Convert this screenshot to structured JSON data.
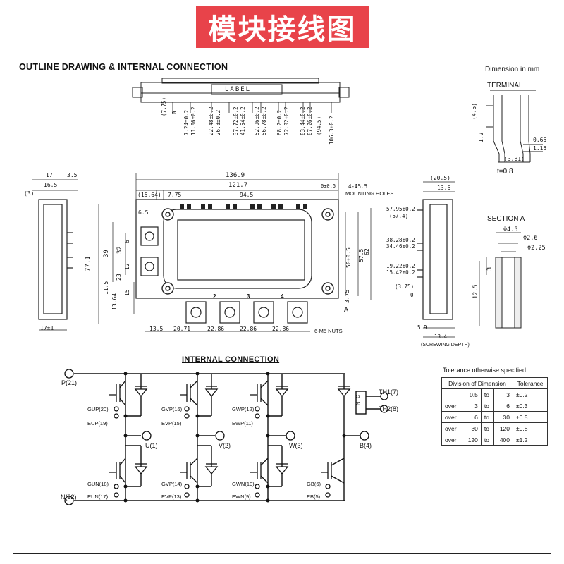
{
  "banner": {
    "text": "模块接线图",
    "bg": "#e8434a"
  },
  "headings": {
    "outline": "OUTLINE DRAWING & INTERNAL CONNECTION",
    "unit_note": "Dimension in mm",
    "terminal": "TERMINAL",
    "section_a": "SECTION A",
    "internal": "INTERNAL CONNECTION"
  },
  "top_view": {
    "label_text": "LABEL",
    "dims": [
      "(7.75)",
      "0",
      "7.24±0.2",
      "11.06±0.2",
      "22.48±0.2",
      "26.3±0.2",
      "37.72±0.2",
      "41.54±0.2",
      "52.96±0.2",
      "56.78±0.2",
      "68.2±0.2",
      "72.02±0.2",
      "83.44±0.2",
      "87.26±0.2",
      "(94.5)",
      "106.3±0.2"
    ]
  },
  "terminal_view": {
    "dims": [
      "(4.5)",
      "1.2",
      "0.65",
      "1.15",
      "(3.81)"
    ],
    "t_value": "t=0.8"
  },
  "main_view": {
    "top_dims": [
      "136.9",
      "121.7",
      "(15.64)",
      "7.75",
      "94.5",
      "0±0.5",
      "4-Φ5.5",
      "MOUNTING HOLES",
      "6.5"
    ],
    "left_dims": [
      "77.1",
      "39",
      "32",
      "6",
      "23",
      "12",
      "11.5",
      "13.64",
      "15"
    ],
    "right_dims": [
      "50±0.5",
      "57.5",
      "62",
      "3.75"
    ],
    "bottom_dims": [
      "13.5",
      "20.71",
      "22.86",
      "22.86",
      "22.86",
      "6-M5 NUTS",
      "A"
    ],
    "terminal_numbers": [
      "2",
      "3",
      "4"
    ]
  },
  "left_side_view": {
    "dims": [
      "17",
      "3.5",
      "16.5",
      "(3)",
      "17±1"
    ]
  },
  "right_side_view": {
    "dims": [
      "(20.5)",
      "13.6",
      "57.95±0.2",
      "(57.4)",
      "38.28±0.2",
      "34.46±0.2",
      "19.22±0.2",
      "15.42±0.2",
      "(3.75)",
      "0",
      "5.9",
      "13.4",
      "(SCREWING DEPTH)"
    ]
  },
  "section_a_view": {
    "dims": [
      "Φ4.5",
      "Φ2.6",
      "Φ2.25",
      "3",
      "12.5"
    ]
  },
  "circuit": {
    "nodes": {
      "p": "P(21)",
      "n": "N(22)",
      "u": "U(1)",
      "v": "V(2)",
      "w": "W(3)",
      "b": "B(4)",
      "th1": "TH1(7)",
      "th2": "TH2(8)",
      "ntc": "NTC"
    },
    "gates": {
      "gup": "GUP(20)",
      "eup": "EUP(19)",
      "gvp_hi": "GVP(16)",
      "evp_hi": "EVP(15)",
      "gwp": "GWP(12)",
      "ewp": "EWP(11)",
      "gun": "GUN(18)",
      "eun": "EUN(17)",
      "gvp_lo": "GVP(14)",
      "evp_lo": "EVP(13)",
      "gwn": "GWN(10)",
      "ewn": "EWN(9)",
      "gb": "GB(6)",
      "eb": "EB(5)"
    }
  },
  "tolerance": {
    "caption": "Tolerance otherwise specified",
    "header": [
      "Division of Dimension",
      "Tolerance"
    ],
    "rows": [
      [
        "",
        "0.5",
        "to",
        "3",
        "±0.2"
      ],
      [
        "over",
        "3",
        "to",
        "6",
        "±0.3"
      ],
      [
        "over",
        "6",
        "to",
        "30",
        "±0.5"
      ],
      [
        "over",
        "30",
        "to",
        "120",
        "±0.8"
      ],
      [
        "over",
        "120",
        "to",
        "400",
        "±1.2"
      ]
    ]
  }
}
